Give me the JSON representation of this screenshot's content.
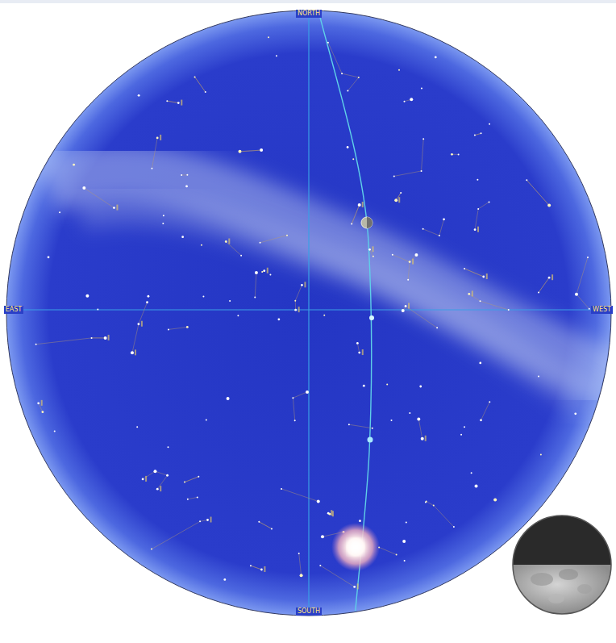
{
  "diagram": {
    "labels": [
      "NORTH",
      "EAST",
      "WEST",
      "SOUTH"
    ]
  }
}
